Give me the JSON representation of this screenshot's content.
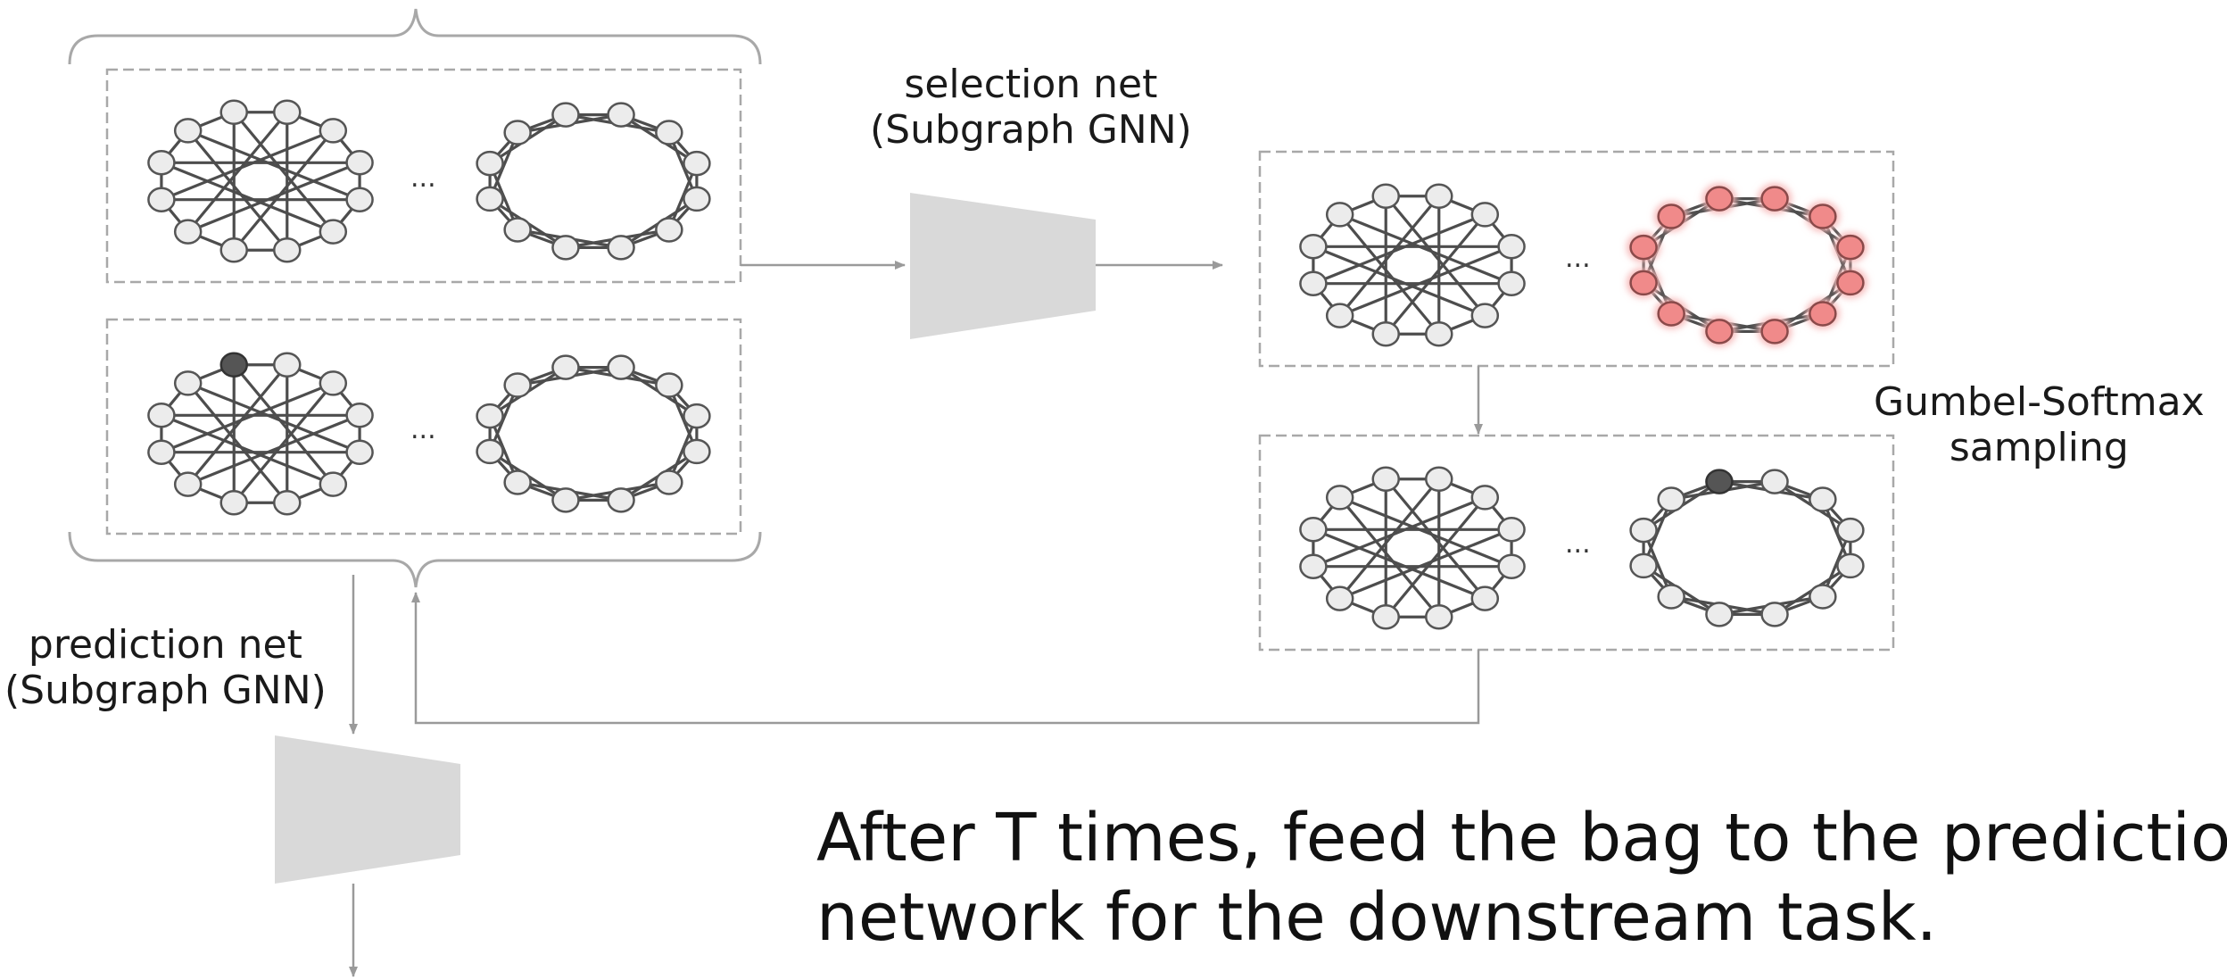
{
  "labels": {
    "selection_net": [
      "selection net",
      "(Subgraph GNN)"
    ],
    "prediction_net": [
      "prediction net",
      "(Subgraph GNN)"
    ],
    "gumbel": [
      "Gumbel-Softmax",
      "sampling"
    ],
    "ellipsis": "...",
    "caption": [
      "After T times, feed the bag to the prediction",
      "network for the downstream task."
    ]
  },
  "colors": {
    "node_fill": "#ececec",
    "node_stroke": "#555555",
    "edge": "#4d4d4d",
    "selected_node": "#555555",
    "highlight_node": "#f08a8a",
    "highlight_glow": "#f7b8b8",
    "network_block": "#d9d9d9",
    "frame": "#a8a8a8",
    "arrow": "#9a9a9a"
  }
}
